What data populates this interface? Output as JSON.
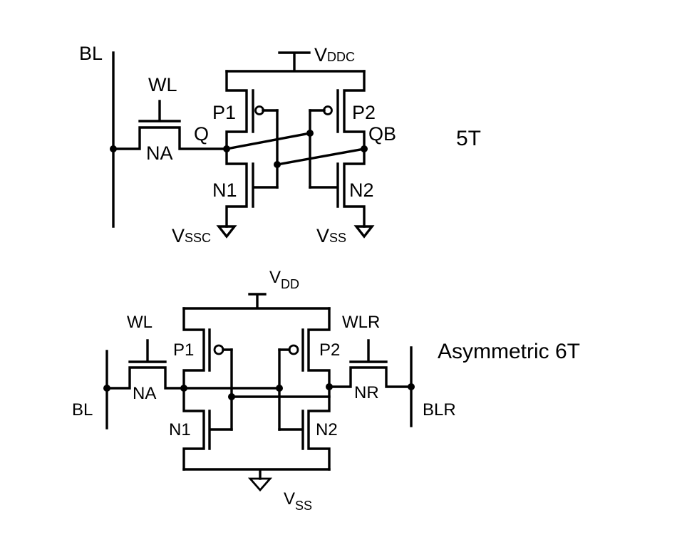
{
  "top_circuit": {
    "tag": "5T",
    "labels": {
      "bl": "BL",
      "wl": "WL",
      "na": "NA",
      "q": "Q",
      "qb": "QB",
      "p1": "P1",
      "p2": "P2",
      "n1": "N1",
      "n2": "N2",
      "vddc_main": "V",
      "vddc_sub": "DDC",
      "vssc_main": "V",
      "vssc_sub": "SSC",
      "vss_main": "V",
      "vss_sub": "SS"
    }
  },
  "bottom_circuit": {
    "tag": "Asymmetric 6T",
    "labels": {
      "bl": "BL",
      "blr": "BLR",
      "wl": "WL",
      "wlr": "WLR",
      "na": "NA",
      "nr": "NR",
      "p1": "P1",
      "p2": "P2",
      "n1": "N1",
      "n2": "N2",
      "vdd_main": "V",
      "vdd_sub": "DD",
      "vss_main": "V",
      "vss_sub": "SS"
    }
  }
}
